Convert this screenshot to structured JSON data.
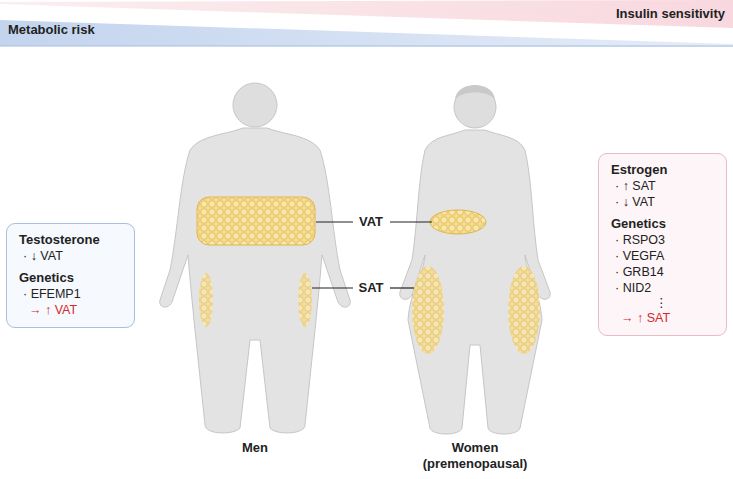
{
  "diagram": {
    "nodes": [
      {
        "text": [
          "Testosterone",
          "· ↓ VAT",
          "Genetics",
          "· EFEMP1",
          "→ ↑ VAT"
        ]
      },
      {
        "text": [
          "Estrogen",
          "· ↑ SAT",
          "· ↓ VAT",
          "Genetics",
          "· RSPO3",
          "· VEGFA",
          "· GRB14",
          "· NID2",
          "⋮",
          "→ ↑ SAT"
        ]
      }
    ],
    "labels": [
      "Metabolic risk",
      "Insulin sensitivity",
      "VAT",
      "SAT",
      "Men",
      "Women (premenopausal)"
    ]
  }
}
